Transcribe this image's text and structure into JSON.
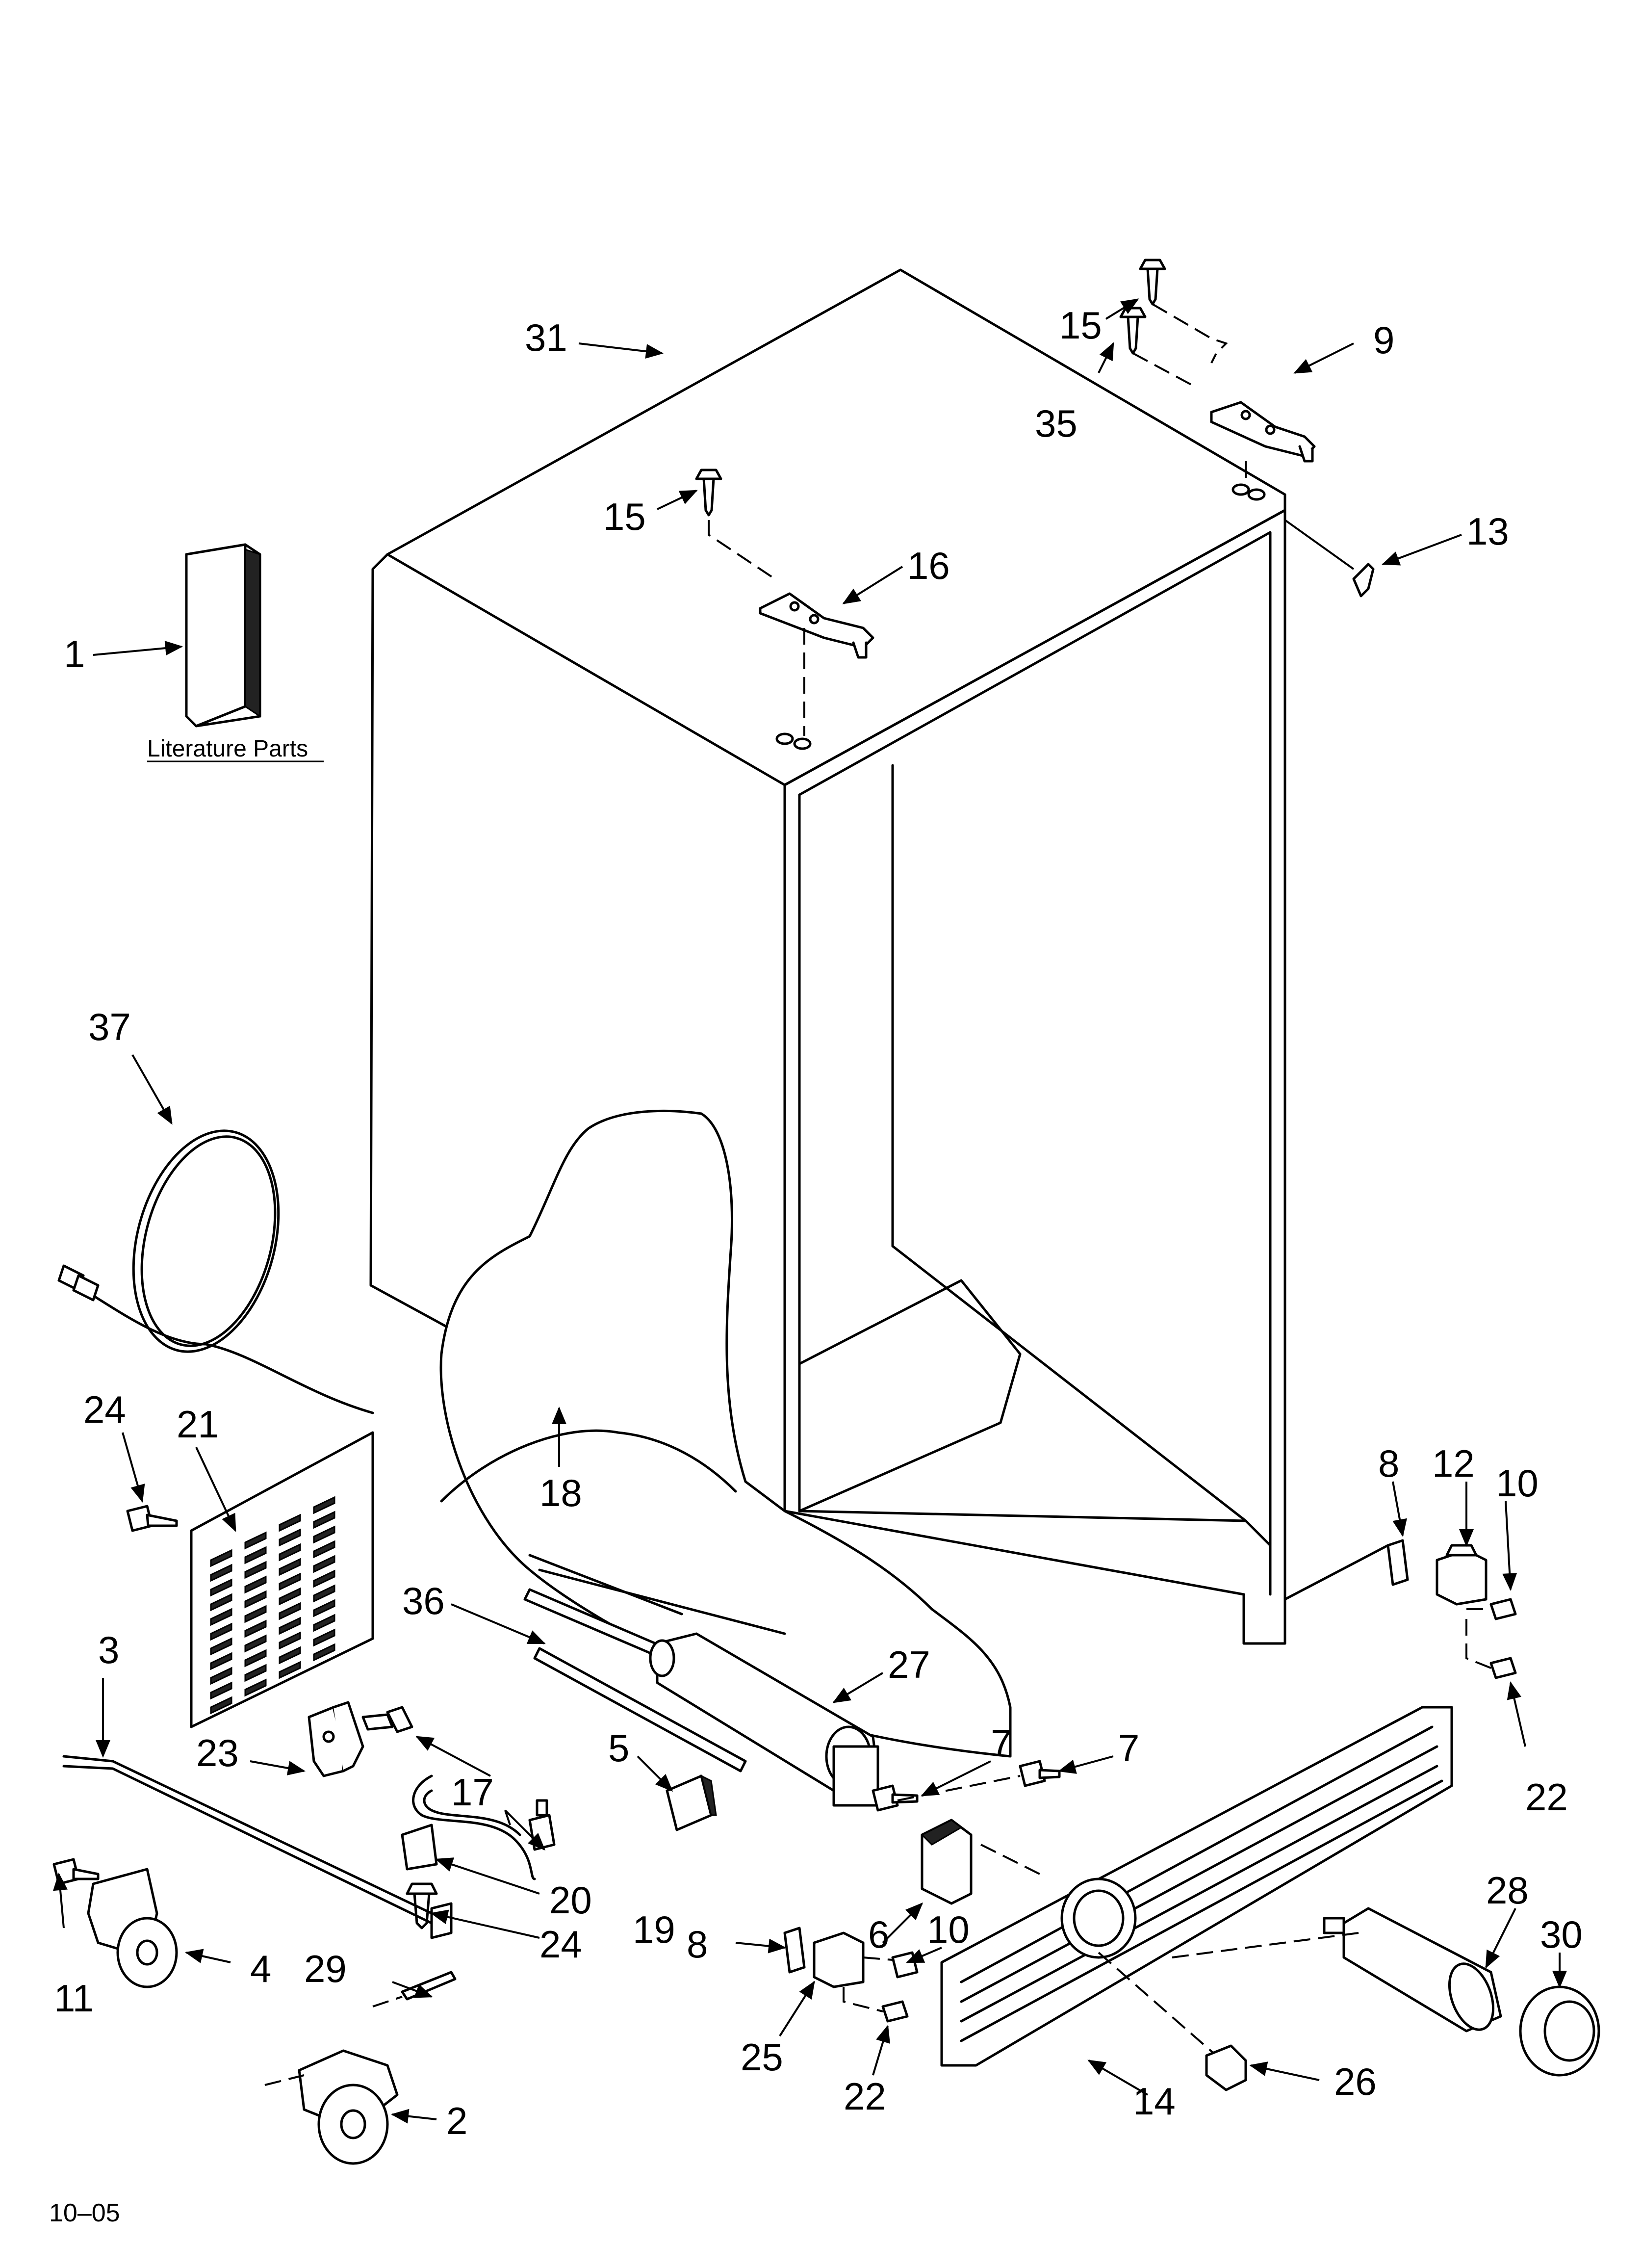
{
  "colors": {
    "ink": "#000000",
    "paper": "#ffffff"
  },
  "literature": {
    "caption": "Literature Parts"
  },
  "footer": {
    "code": "10–05"
  },
  "callouts": [
    {
      "id": "c1",
      "label": "1"
    },
    {
      "id": "c2",
      "label": "2"
    },
    {
      "id": "c3",
      "label": "3"
    },
    {
      "id": "c4",
      "label": "4"
    },
    {
      "id": "c5",
      "label": "5"
    },
    {
      "id": "c6",
      "label": "6"
    },
    {
      "id": "c7a",
      "label": "7"
    },
    {
      "id": "c7b",
      "label": "7"
    },
    {
      "id": "c8a",
      "label": "8"
    },
    {
      "id": "c8b",
      "label": "8"
    },
    {
      "id": "c9",
      "label": "9"
    },
    {
      "id": "c10a",
      "label": "10"
    },
    {
      "id": "c10b",
      "label": "10"
    },
    {
      "id": "c11",
      "label": "11"
    },
    {
      "id": "c12",
      "label": "12"
    },
    {
      "id": "c13",
      "label": "13"
    },
    {
      "id": "c14",
      "label": "14"
    },
    {
      "id": "c15a",
      "label": "15"
    },
    {
      "id": "c15b",
      "label": "15"
    },
    {
      "id": "c16",
      "label": "16"
    },
    {
      "id": "c17",
      "label": "17"
    },
    {
      "id": "c18",
      "label": "18"
    },
    {
      "id": "c19",
      "label": "19"
    },
    {
      "id": "c20",
      "label": "20"
    },
    {
      "id": "c21",
      "label": "21"
    },
    {
      "id": "c22a",
      "label": "22"
    },
    {
      "id": "c22b",
      "label": "22"
    },
    {
      "id": "c23",
      "label": "23"
    },
    {
      "id": "c24a",
      "label": "24"
    },
    {
      "id": "c24b",
      "label": "24"
    },
    {
      "id": "c25",
      "label": "25"
    },
    {
      "id": "c26",
      "label": "26"
    },
    {
      "id": "c27",
      "label": "27"
    },
    {
      "id": "c28",
      "label": "28"
    },
    {
      "id": "c29",
      "label": "29"
    },
    {
      "id": "c30",
      "label": "30"
    },
    {
      "id": "c31",
      "label": "31"
    },
    {
      "id": "c35",
      "label": "35"
    },
    {
      "id": "c36",
      "label": "36"
    },
    {
      "id": "c37",
      "label": "37"
    }
  ]
}
